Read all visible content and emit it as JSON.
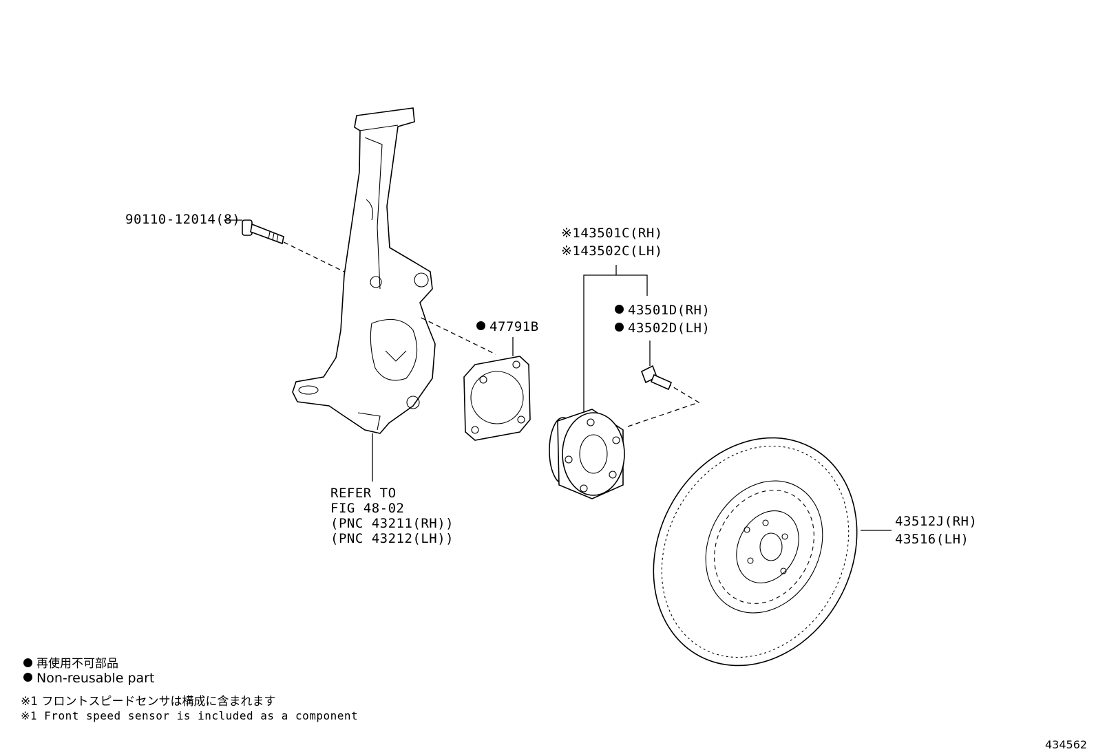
{
  "labels": {
    "bolt": "90110-12014(8)",
    "sensor_rh": "※143501C(RH)",
    "sensor_lh": "※143502C(LH)",
    "stud_rh": "43501D(RH)",
    "stud_lh": "43502D(LH)",
    "gasket": "47791B",
    "refer_1": "REFER TO",
    "refer_2": "FIG 48-02",
    "refer_3": "(PNC 43211(RH))",
    "refer_4": "(PNC 43212(LH))",
    "disc_rh": "43512J(RH)",
    "disc_lh": "43516(LH)"
  },
  "legend": {
    "nonreusable_jp": "再使用不可部品",
    "nonreusable_en": "Non-reusable part",
    "note_jp": "※1 フロントスピードセンサは構成に含まれます",
    "note_en": "※1 Front speed sensor is included  as a component"
  },
  "figure_number": "434562"
}
